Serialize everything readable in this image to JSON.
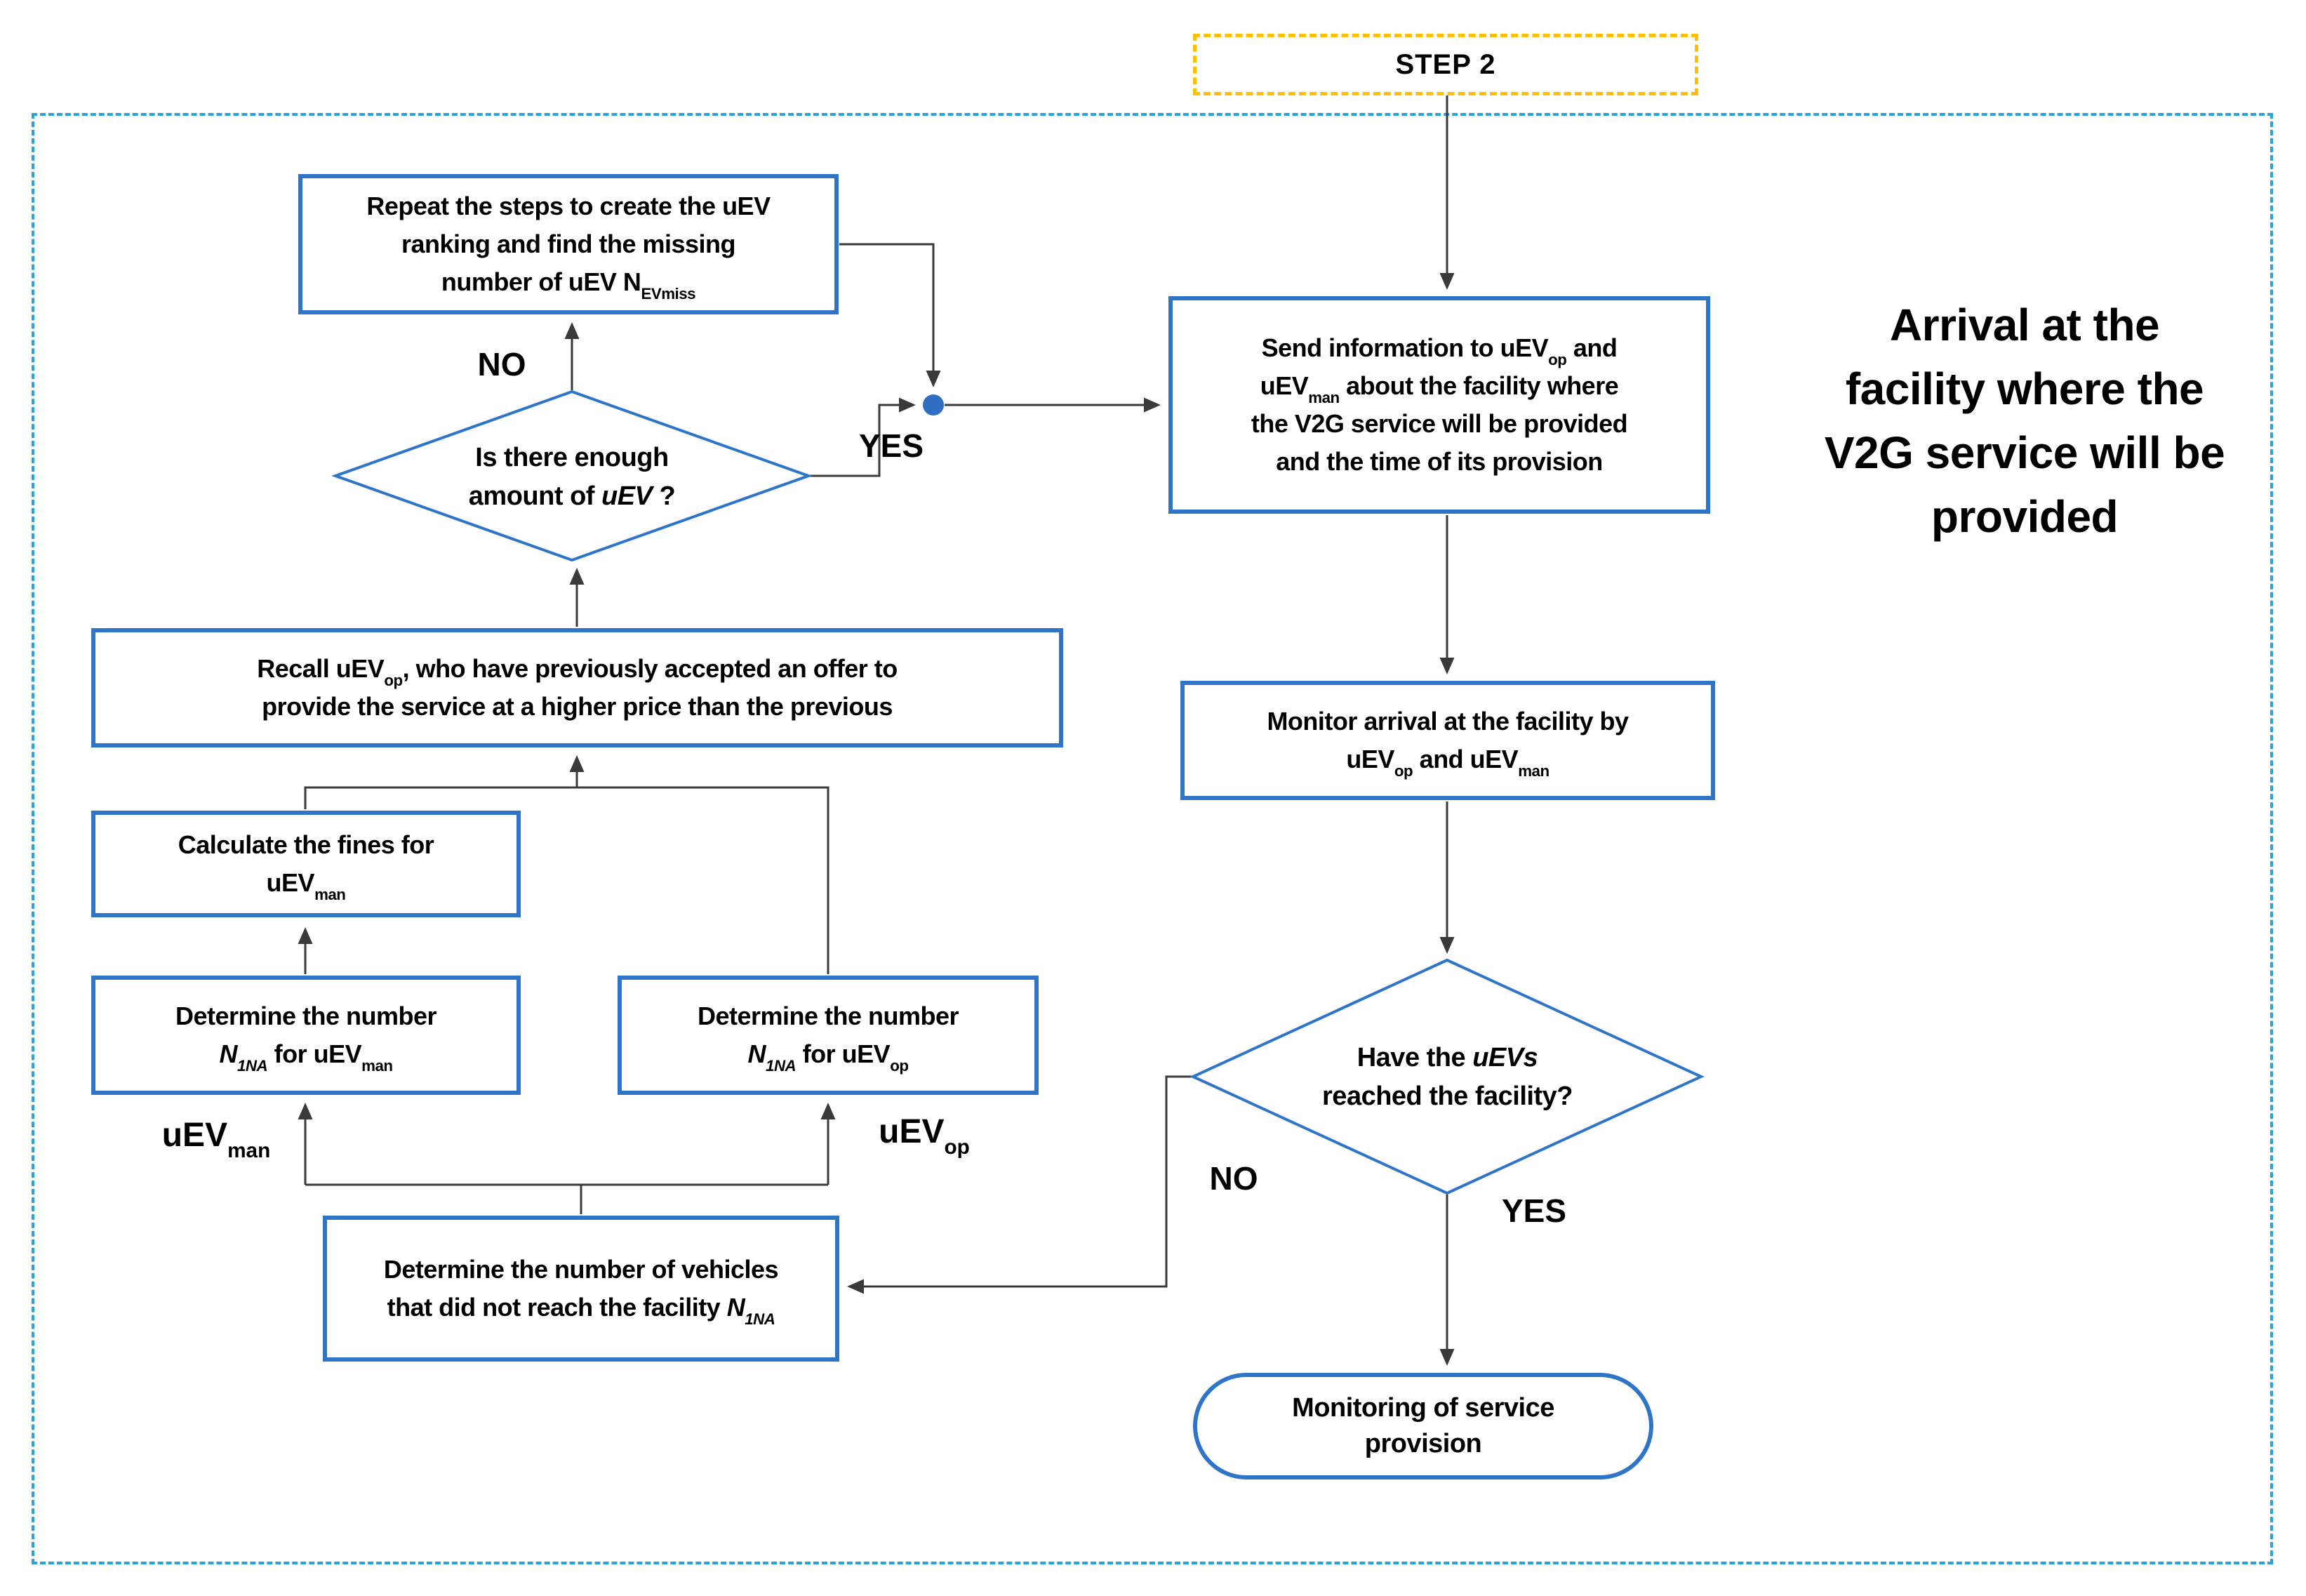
{
  "step2": {
    "label": "STEP 2"
  },
  "title": {
    "lines": [
      "Arrival at the",
      "facility where the",
      "V2G service will be",
      "provided"
    ]
  },
  "nodes": {
    "repeat": {
      "lines": [
        [
          {
            "t": "Repeat the steps to create the uEV"
          }
        ],
        [
          {
            "t": "ranking and find the missing"
          }
        ],
        [
          {
            "t": "number of uEV N"
          },
          {
            "t": "EVmiss",
            "sub": true
          }
        ]
      ]
    },
    "send_info": {
      "lines": [
        [
          {
            "t": "Send information to uEV"
          },
          {
            "t": "op",
            "sub": true
          },
          {
            "t": " and"
          }
        ],
        [
          {
            "t": "uEV"
          },
          {
            "t": "man",
            "sub": true
          },
          {
            "t": " about the facility where"
          }
        ],
        [
          {
            "t": "the V2G service will be provided"
          }
        ],
        [
          {
            "t": "and the time of its provision"
          }
        ]
      ]
    },
    "recall": {
      "lines": [
        [
          {
            "t": "Recall uEV"
          },
          {
            "t": "op",
            "sub": true
          },
          {
            "t": ", who have previously accepted an offer to"
          }
        ],
        [
          {
            "t": "provide the service at a higher price than the previous"
          }
        ]
      ]
    },
    "fines": {
      "lines": [
        [
          {
            "t": "Calculate the fines for"
          }
        ],
        [
          {
            "t": "uEV"
          },
          {
            "t": "man",
            "sub": true
          }
        ]
      ]
    },
    "n1na_man": {
      "lines": [
        [
          {
            "t": "Determine the number"
          }
        ],
        [
          {
            "t": "N",
            "i": true
          },
          {
            "t": "1NA",
            "sub": true,
            "i": true
          },
          {
            "t": " for uEV"
          },
          {
            "t": "man",
            "sub": true
          }
        ]
      ]
    },
    "n1na_op": {
      "lines": [
        [
          {
            "t": "Determine the number"
          }
        ],
        [
          {
            "t": "N",
            "i": true
          },
          {
            "t": "1NA",
            "sub": true,
            "i": true
          },
          {
            "t": " for uEV"
          },
          {
            "t": "op",
            "sub": true
          }
        ]
      ]
    },
    "vehicles": {
      "lines": [
        [
          {
            "t": "Determine the number of vehicles"
          }
        ],
        [
          {
            "t": "that did not reach the facility "
          },
          {
            "t": "N",
            "i": true
          },
          {
            "t": "1NA",
            "sub": true,
            "i": true
          }
        ]
      ]
    },
    "monitor": {
      "lines": [
        [
          {
            "t": "Monitor arrival at the facility by"
          }
        ],
        [
          {
            "t": "uEV"
          },
          {
            "t": "op",
            "sub": true
          },
          {
            "t": " and uEV"
          },
          {
            "t": "man",
            "sub": true
          }
        ]
      ]
    },
    "stadium": {
      "lines": [
        [
          {
            "t": "Monitoring of service"
          }
        ],
        [
          {
            "t": "provision"
          }
        ]
      ]
    }
  },
  "decisions": {
    "enough_uev": {
      "lines": [
        [
          {
            "t": "Is there enough"
          }
        ],
        [
          {
            "t": "amount of "
          },
          {
            "t": "uEV",
            "i": true
          },
          {
            "t": " ?"
          }
        ]
      ]
    },
    "reached_facility": {
      "lines": [
        [
          {
            "t": "Have the "
          },
          {
            "t": "uEVs",
            "i": true
          }
        ],
        [
          {
            "t": "reached the facility?"
          }
        ]
      ]
    }
  },
  "flow_labels": {
    "no1": "NO",
    "yes1": "YES",
    "no2": "NO",
    "yes2": "YES",
    "uev_man": [
      {
        "t": "uEV"
      },
      {
        "t": "man",
        "sub": true
      }
    ],
    "uev_op": [
      {
        "t": "uEV"
      },
      {
        "t": "op",
        "sub": true
      }
    ]
  },
  "colors": {
    "node_border": "#2E74C8",
    "container_border": "#29A3DC",
    "step2_border": "#FFC000",
    "connector": "#3A3A3A",
    "junction": "#2E6FC4",
    "text": "#000000",
    "bg": "#FFFFFF"
  }
}
